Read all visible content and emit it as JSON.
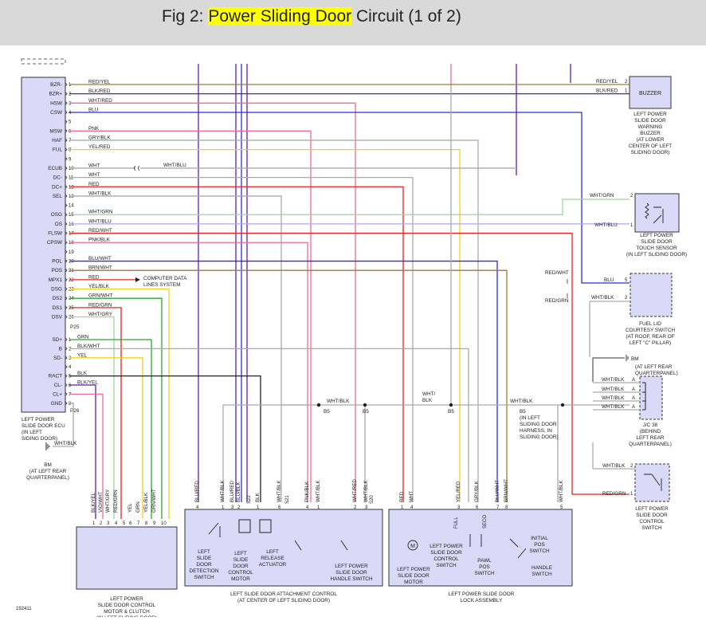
{
  "title": {
    "prefix": "Fig 2: ",
    "highlight": "Power Sliding Door",
    "suffix": " Circuit (1 of 2)"
  },
  "colors": {
    "red": "#e8241c",
    "blue": "#2c2cd8",
    "purple": "#5a1fb0",
    "pink": "#ee6b9a",
    "gray": "#aaaaaa",
    "yellow": "#f2d21c",
    "green": "#2ea82e",
    "brown": "#a27a3a",
    "lightgreen": "#9fd49f",
    "lightblue": "#a8a8ff",
    "black": "#222222",
    "box": "#dadaf8",
    "header_bg": "#d9d9d9",
    "highlight": "#ffff00"
  },
  "ecu": {
    "pins_a": [
      {
        "n": "1",
        "name": "BZR-",
        "wire": "RED/YEL"
      },
      {
        "n": "2",
        "name": "BZR+",
        "wire": "BLK/RED"
      },
      {
        "n": "3",
        "name": "HSW",
        "wire": "WHT/RED"
      },
      {
        "n": "4",
        "name": "CSW",
        "wire": "BLU"
      },
      {
        "n": "5",
        "name": "",
        "wire": ""
      },
      {
        "n": "6",
        "name": "MSW",
        "wire": "PNK"
      },
      {
        "n": "7",
        "name": "HAF",
        "wire": "GRY/BLK"
      },
      {
        "n": "8",
        "name": "FUL",
        "wire": "YEL/RED"
      },
      {
        "n": "9",
        "name": "",
        "wire": ""
      },
      {
        "n": "10",
        "name": "ECUB",
        "wire": "WHT"
      },
      {
        "n": "11",
        "name": "DC-",
        "wire": "WHT"
      },
      {
        "n": "12",
        "name": "DC+",
        "wire": "RED"
      },
      {
        "n": "13",
        "name": "SEL",
        "wire": "WHT/BLK"
      },
      {
        "n": "14",
        "name": "",
        "wire": ""
      },
      {
        "n": "15",
        "name": "OSG",
        "wire": "WHT/GRN"
      },
      {
        "n": "16",
        "name": "OS",
        "wire": "WHT/BLU"
      },
      {
        "n": "17",
        "name": "FLSW",
        "wire": "RED/WHT"
      },
      {
        "n": "18",
        "name": "CPSW",
        "wire": "PNK/BLK"
      },
      {
        "n": "19",
        "name": "",
        "wire": ""
      },
      {
        "n": "20",
        "name": "POL",
        "wire": "BLU/WHT"
      },
      {
        "n": "21",
        "name": "POS",
        "wire": "BRN/WHT"
      },
      {
        "n": "22",
        "name": "MPX1",
        "wire": "RED"
      },
      {
        "n": "23",
        "name": "DSG",
        "wire": "YEL/BLK"
      },
      {
        "n": "24",
        "name": "DS2",
        "wire": "GRN/WHT"
      },
      {
        "n": "25",
        "name": "DS1",
        "wire": "RED/GRN"
      },
      {
        "n": "26",
        "name": "DSV",
        "wire": "WHT/GRY"
      }
    ],
    "p25_label": "P25",
    "pins_b": [
      {
        "n": "1",
        "name": "SD+",
        "wire": "GRN"
      },
      {
        "n": "2",
        "name": "B",
        "wire": "BLK/WHT"
      },
      {
        "n": "3",
        "name": "SD-",
        "wire": "YEL"
      },
      {
        "n": "4",
        "name": "",
        "wire": ""
      },
      {
        "n": "5",
        "name": "RACT",
        "wire": "BLK"
      },
      {
        "n": "6",
        "name": "CL-",
        "wire": "BLK/YEL"
      },
      {
        "n": "7",
        "name": "CL+",
        "wire": ""
      },
      {
        "n": "8",
        "name": "GND",
        "wire": ""
      }
    ],
    "p26_label": "P26",
    "label": [
      "LEFT POWER",
      "SLIDE DOOR ECU",
      "(IN LEFT",
      "SIDING DOOR)"
    ]
  },
  "labels": {
    "wht_blu_mid": "WHT/BLU",
    "computer": [
      "COMPUTER DATA",
      "LINES SYSTEM"
    ],
    "buzzer_box": "BUZZER",
    "buzzer": [
      "LEFT POWER",
      "SLIDE DOOR",
      "WARNING",
      "BUZZER",
      "(AT LOWER",
      "CENTER OF LEFT",
      "SLIDING DOOR)"
    ],
    "buzzer_w1": "RED/YEL",
    "buzzer_w2": "BLK/RED",
    "buzzer_p1": "2",
    "buzzer_p2": "1",
    "touch_w1": "WHT/GRN",
    "touch_w2": "WHT/BLU",
    "touch_p1": "2",
    "touch_p2": "1",
    "touch": [
      "LEFT POWER",
      "SLIDE DOOR",
      "TOUCH SENSOR",
      "(IN LEFT SLIDING DOOR)"
    ],
    "fuel_w1": "BLU",
    "fuel_w2": "WHT/BLK",
    "fuel_p1": "5",
    "fuel_p2": "2",
    "redwht": "RED/WHT",
    "redgrn": "RED/GRN",
    "fuel": [
      "FUEL LID",
      "COURTESY SWITCH",
      "(AT ROOF, REAR OF",
      "LEFT \"C\" PILLAR)"
    ],
    "bm_top": "BM",
    "bm_top2": [
      "(AT LEFT REAR",
      "QUARTERPANEL)"
    ],
    "jc_wire": "WHT/BLK",
    "jc_pin": "A",
    "jc": [
      "J/C 38",
      "(BEHIND",
      "LEFT REAR",
      "QUARTERPANEL)"
    ],
    "ctrl_w1": "WHT/BLK",
    "ctrl_w2": "RED/GRN",
    "ctrl_p1": "2",
    "ctrl_p2": "1",
    "ctrl": [
      "LEFT POWER",
      "SLIDE DOOR",
      "CONTROL",
      "SWITCH"
    ],
    "b5": "B5",
    "whtblk": "WHT/BLK",
    "wht_blk_split": [
      "WHT/",
      "BLK"
    ],
    "harness": [
      "B5",
      "(IN LEFT",
      "SLIDING DOOR",
      "HARNESS, IN",
      "SLIDING DOOR)"
    ],
    "gnd_wire": "WHT/BLK",
    "bm_left": "BM",
    "bm_left2": [
      "(AT LEFT REAR",
      "QUARTERPANEL)"
    ],
    "motor_wires": [
      "BLK/YEL",
      "VIO/WHT",
      "WHT/GRY",
      "RED/GRN",
      "",
      "YEL",
      "GRN",
      "YEL/BLK",
      "GRN/WHT"
    ],
    "motor_pins": [
      "1",
      "2",
      "3",
      "4",
      "5",
      "6",
      "7",
      "8",
      "9",
      "10"
    ],
    "motor": [
      "LEFT POWER",
      "SLIDE DOOR CONTROL",
      "MOTOR & CLUTCH",
      "(IN LEFT SLIDING DOOR)"
    ],
    "att_wires": [
      "BLU/RED",
      "WHT/BLK",
      "BLU/RED",
      "BLU/BLK",
      "BLK",
      "WHT/BLK",
      "PNK/BLK",
      "WHT/BLK",
      "WHT/RED",
      "WHT/BLK"
    ],
    "att_pins": [
      "4",
      "1",
      "3",
      "2",
      "1",
      "6",
      "4",
      "1",
      "2",
      "3"
    ],
    "att_s": [
      "S22",
      "S21",
      "S20"
    ],
    "att_parts": {
      "det": [
        "LEFT",
        "SLIDE",
        "DOOR",
        "DETECTION",
        "SWITCH"
      ],
      "mot": [
        "LEFT",
        "SLIDE",
        "DOOR",
        "CONTROL",
        "MOTOR"
      ],
      "rel": [
        "LEFT",
        "RELEASE",
        "ACTUATOR"
      ],
      "hnd": [
        "LEFT POWER",
        "SLIDE DOOR",
        "HANDLE SWITCH"
      ]
    },
    "att": [
      "LEFT SLIDE DOOR ATTACHMENT CONTROL",
      "(AT CENTER OF LEFT SLIDING DOOR)"
    ],
    "lock_wires": [
      "RED",
      "WHT",
      "YEL/RED",
      "GRY/BLK",
      "BLU/WHT",
      "BRN/WHT",
      "WHT/BLK"
    ],
    "lock_pins": [
      "1",
      "4",
      "3",
      "6",
      "7",
      "8",
      "5"
    ],
    "lock_sw": [
      "FULL",
      "SECO"
    ],
    "lock_parts": {
      "m": "M",
      "motor": [
        "LEFT POWER",
        "SLIDE DOOR",
        "MOTOR"
      ],
      "ctrl": [
        "LEFT POWER",
        "SLIDE DOOR",
        "CONTROL",
        "SWITCH"
      ],
      "pawl": [
        "PAWL",
        "POS",
        "SWITCH"
      ],
      "init": [
        "INITIAL",
        "POS",
        "SWITCH"
      ],
      "hnd": [
        "HANDLE",
        "SWITCH"
      ]
    },
    "lock": [
      "LEFT POWER SLIDE DOOR",
      "LOCK ASSEMBLY"
    ],
    "fig_id": "192411"
  }
}
